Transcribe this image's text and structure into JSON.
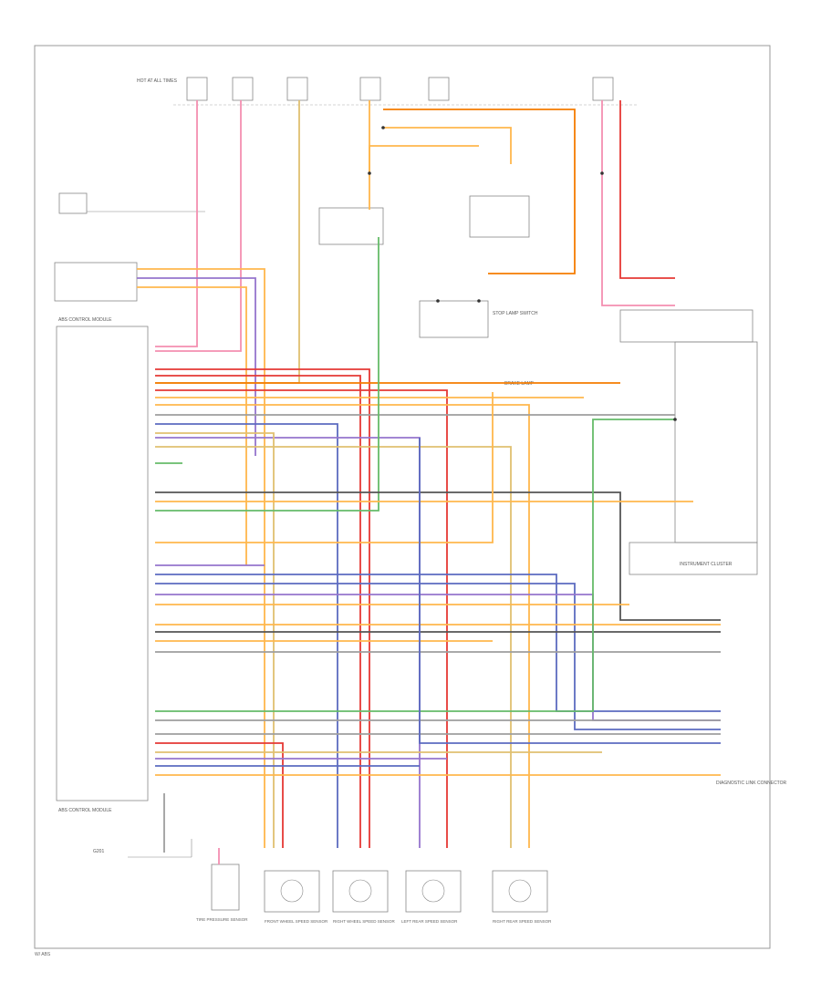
{
  "colors": {
    "frame": "#999999",
    "pink": "#f48fb1",
    "red": "#e53935",
    "orange": "#ffb74d",
    "dark_orange": "#f57c00",
    "tan": "#e0c070",
    "blue": "#5c6bc0",
    "violet": "#9575cd",
    "green": "#66bb6a",
    "dark_gray": "#555555",
    "gray": "#9e9e9e"
  },
  "labels": {
    "fuse_box": "HOT AT ALL TIMES",
    "module": "ABS CONTROL MODULE",
    "module_bottom": "ABS CONTROL MODULE",
    "brake_switch": "STOP LAMP SWITCH",
    "brake_light": "BRAKE LAMP",
    "cluster": "INSTRUMENT CLUSTER",
    "pressure_sensor": "TIRE PRESSURE SENSOR",
    "wheel_sensor_fl": "FRONT WHEEL SPEED SENSOR",
    "wheel_sensor_fr": "RIGHT WHEEL SPEED SENSOR",
    "wheel_sensor_rl": "LEFT REAR SPEED SENSOR",
    "wheel_sensor_rr": "RIGHT REAR SPEED SENSOR",
    "ground": "G201",
    "diag": "DIAGNOSTIC LINK CONNECTOR",
    "footer": "W/ ABS"
  }
}
